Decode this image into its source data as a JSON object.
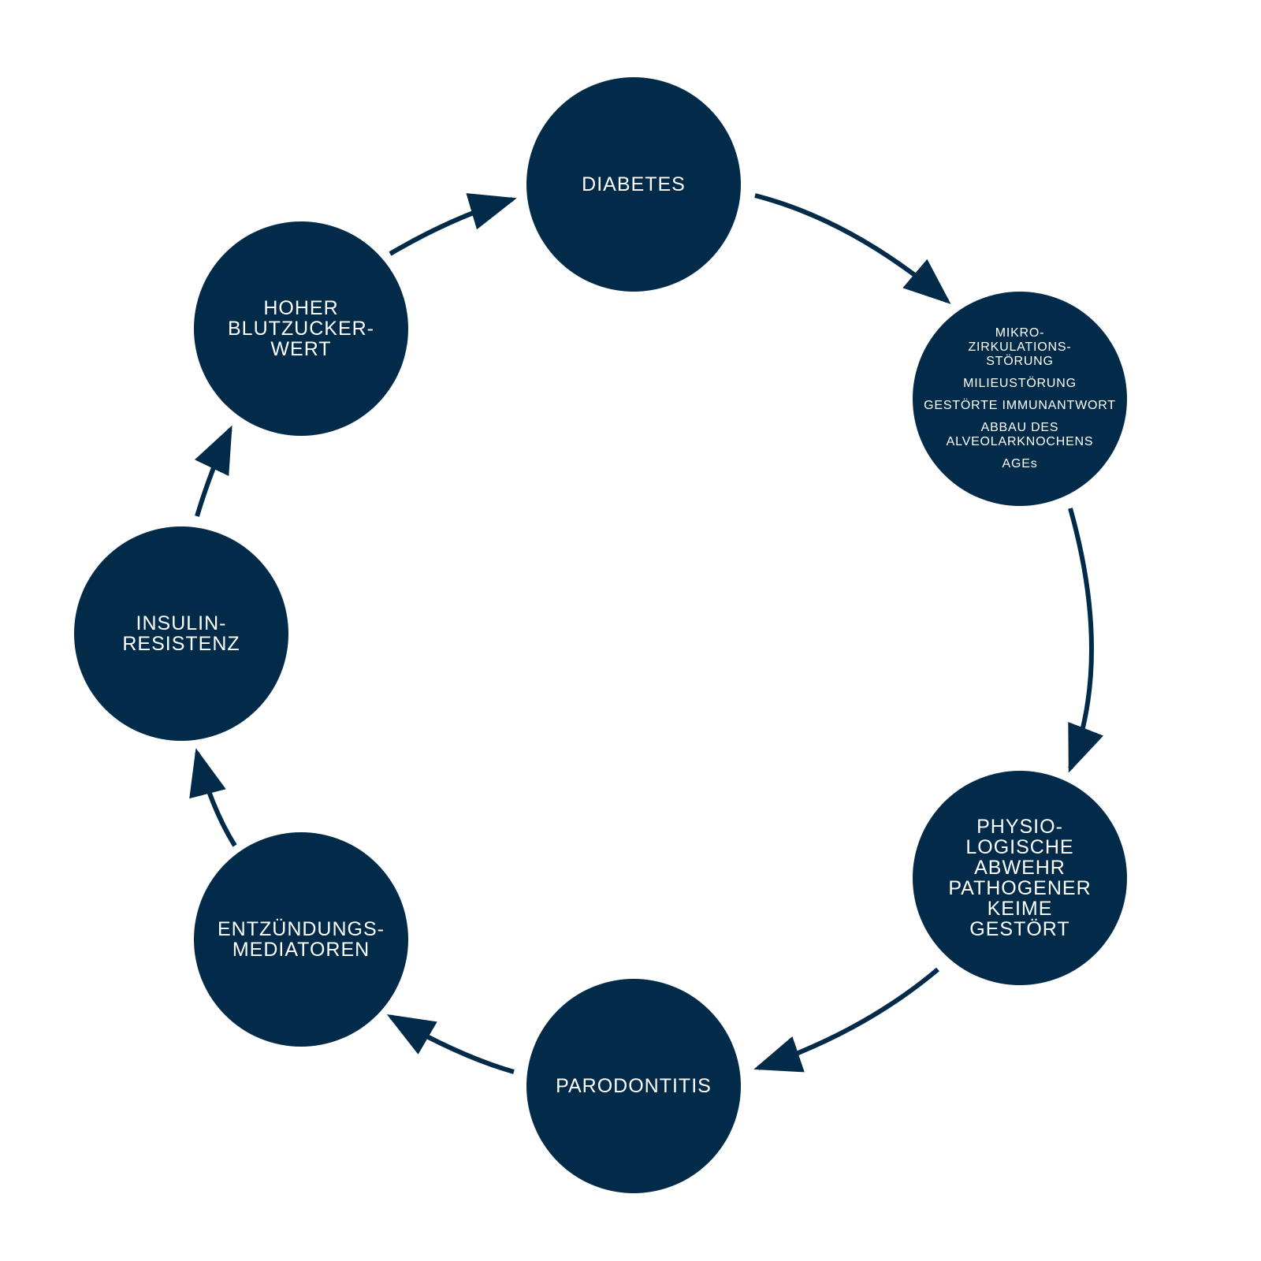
{
  "colors": {
    "node_fill": "#022b4a",
    "arrow": "#022b4a",
    "text": "#ffffff",
    "background": "#ffffff"
  },
  "nodes": {
    "diabetes": {
      "lines": [
        "DIABETES"
      ]
    },
    "complications": {
      "items": [
        {
          "lines": [
            "MIKRO-",
            "ZIRKULATIONS-",
            "STÖRUNG"
          ]
        },
        {
          "lines": [
            "MILIEUSTÖRUNG"
          ]
        },
        {
          "lines": [
            "GESTÖRTE IMMUNANTWORT"
          ]
        },
        {
          "lines": [
            "ABBAU DES",
            "ALVEOLARKNOCHENS"
          ]
        },
        {
          "lines": [
            "AGEs"
          ]
        }
      ]
    },
    "defense": {
      "lines": [
        "PHYSIO-",
        "LOGISCHE",
        "ABWEHR",
        "PATHOGENER",
        "KEIME",
        "GESTÖRT"
      ]
    },
    "periodontitis": {
      "lines": [
        "PARODONTITIS"
      ]
    },
    "mediators": {
      "lines": [
        "ENTZÜNDUNGS-",
        "MEDIATOREN"
      ]
    },
    "insulin": {
      "lines": [
        "INSULIN-",
        "RESISTENZ"
      ]
    },
    "bloodsugar": {
      "lines": [
        "HOHER",
        "BLUTZUCKER-",
        "WERT"
      ]
    }
  }
}
